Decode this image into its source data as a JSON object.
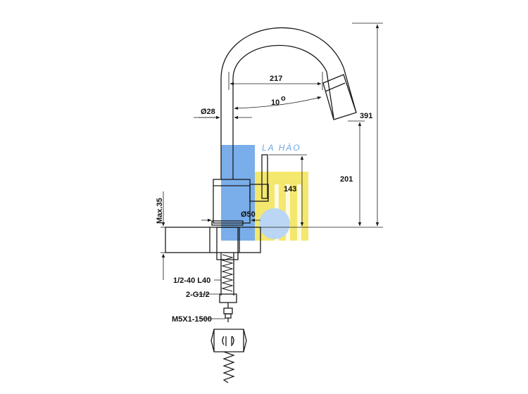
{
  "dimensions": {
    "spout_reach": "217",
    "spout_angle": "10",
    "angle_unit": "o",
    "body_diameter": "Ø28",
    "total_height": "391",
    "outlet_height": "201",
    "handle_height": "143",
    "base_diameter": "Ø50",
    "max_thickness": "Max.35"
  },
  "fittings": {
    "shank": "1/2-40 L40",
    "hoses": "2-G1/2",
    "pullout_hose": "M5X1-1500"
  },
  "watermark": {
    "text": "LA HÀO"
  },
  "colors": {
    "line": "#1a1a1a",
    "watermark_blue": "#5a9be6",
    "watermark_yellow": "#f2e24a",
    "watermark_light_blue": "#a9ccf2"
  }
}
